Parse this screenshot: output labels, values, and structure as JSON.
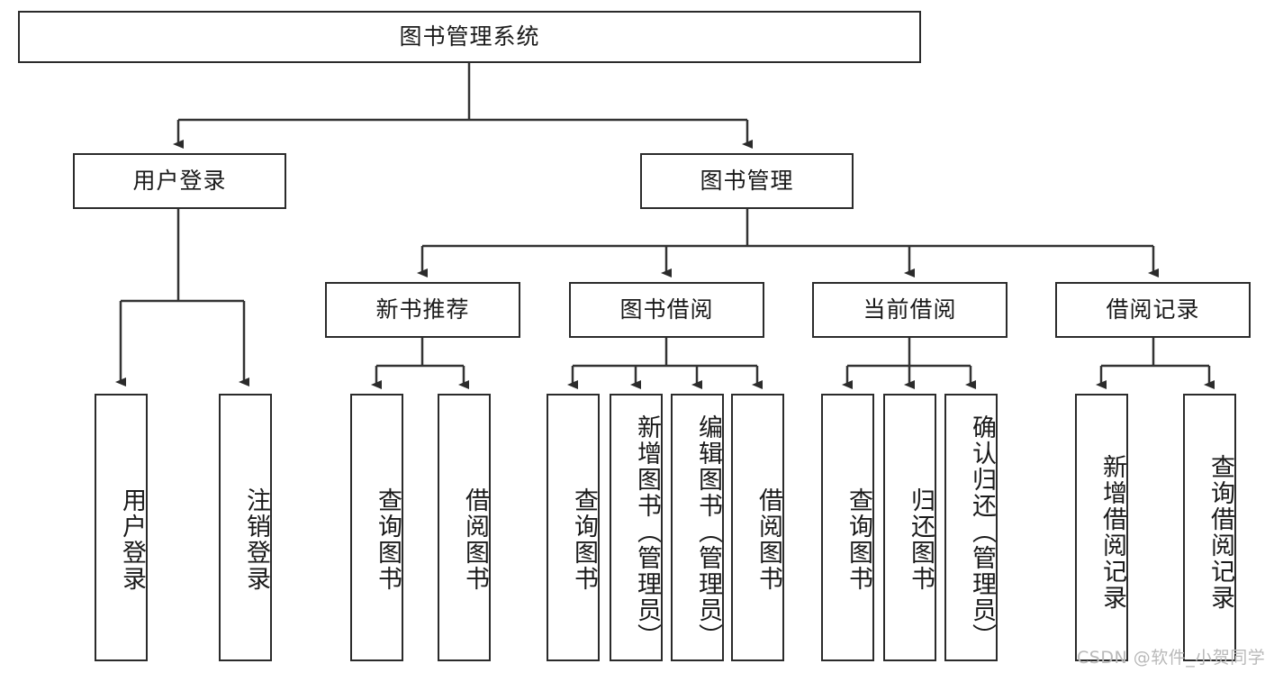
{
  "diagram": {
    "type": "tree-hierarchy",
    "title": "图书管理系统",
    "watermark": "CSDN @软件_小贺同学",
    "colors": {
      "box_border": "#2b2b2b",
      "box_fill": "#ffffff",
      "line": "#333333",
      "text": "#1a1a1a",
      "watermark": "#b9b9b9",
      "background": "#ffffff"
    },
    "root": {
      "label": "图书管理系统"
    },
    "level2": [
      {
        "label": "用户登录"
      },
      {
        "label": "图书管理"
      }
    ],
    "level3": [
      {
        "label": "新书推荐"
      },
      {
        "label": "图书借阅"
      },
      {
        "label": "当前借阅"
      },
      {
        "label": "借阅记录"
      }
    ],
    "leaves": {
      "user_login": [
        {
          "label": "用户登录"
        },
        {
          "label": "注销登录"
        }
      ],
      "new_book_recommend": [
        {
          "label": "查询图书"
        },
        {
          "label": "借阅图书"
        }
      ],
      "book_borrow": [
        {
          "label": "查询图书"
        },
        {
          "label": "新增图书（管理员）"
        },
        {
          "label": "编辑图书（管理员）"
        },
        {
          "label": "借阅图书"
        }
      ],
      "current_borrow": [
        {
          "label": "查询图书"
        },
        {
          "label": "归还图书"
        },
        {
          "label": "确认归还（管理员）"
        }
      ],
      "borrow_record": [
        {
          "label": "新增借阅记录"
        },
        {
          "label": "查询借阅记录"
        }
      ]
    }
  }
}
